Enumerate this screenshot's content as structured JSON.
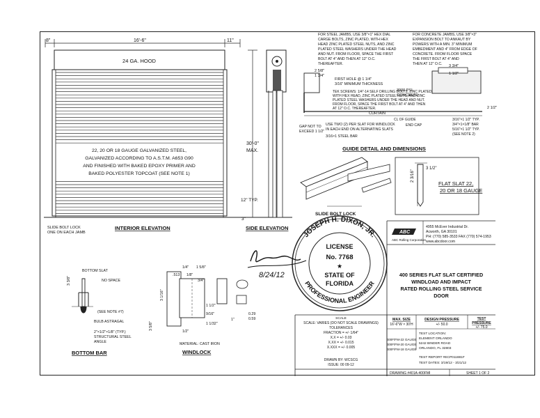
{
  "dimensions": {
    "top_left": "8\"",
    "top_width": "16'-6\"",
    "top_right": "11\"",
    "height": "30'-0\"",
    "height_max": "MAX.",
    "twelve_typ": "12\" TYP.",
    "three_in": "3\""
  },
  "elevation": {
    "hood_label": "24 GA. HOOD",
    "note_lines": [
      "22, 20 OR 18 GAUGE GALVANIZED STEEL,",
      "GALVANIZED ACCORDING TO A.S.T.M. A653 G90",
      "AND FINISHED WITH BAKED EPOXY PRIMER AND",
      "BAKED POLYESTER TOPCOAT (SEE NOTE 1)"
    ],
    "slide_bolt": [
      "SLIDE BOLT LOCK",
      "ONE ON EACH JAMB"
    ],
    "interior_title": "INTERIOR ELEVATION",
    "side_title": "SIDE ELEVATION"
  },
  "guide_detail": {
    "notes_left": [
      "FOR STEEL JAMBS, USE 3/8\"×1\" HEX DIAL",
      "CARGE BOLTS, ZINC PLATED, WITH HEX",
      "HEAD ZINC PLATED STEEL NUTS, AND ZINC",
      "PLATED STEEL WASHERS UNDER THE HEAD",
      "AND NUT. FROM FLOOR, SPACE THE FIRST",
      "BOLT AT 4\" AND THEN AT 12\" O.C.",
      "THEREAFTER."
    ],
    "notes_right": [
      "FOR CONCRETE JAMBS, USE 3/8\"×3\"",
      "EXPANSION BOLT TO ANKAUT BY",
      "POWERS WITH A MIN. 3\" MINIMUM",
      "EMBEDMENT AND 4\" FROM EDGE OF",
      "CONCRETE. FROM FLOOR SPACE",
      "THE FIRST BOLT AT 4\" AND",
      "THEN AT 12\" O.C."
    ],
    "label_min_psi": [
      "3000 PSI",
      "CONCRETE"
    ],
    "dim_3_3_4": "3 3/4\"",
    "dim_1_1_2": "1 1/2\"",
    "dim_2_5_8": "2 5/8\"",
    "dim_1_3_4": "1 3/4\"",
    "dim_2_1_2": "2 1/2\"",
    "first_hole": [
      "FIRST HOLE @ 1 1/4\"",
      "3/16\" MINIMUM THICKNESS"
    ],
    "tek_note": [
      "TEK SCREWS: 1/4\"-14 SELF DRILLING BOLTS, ZINC PLATED,",
      "WITH HEX HEAD, ZINC PLATED STEEL NUTS, AND ZINC",
      "PLATED STEEL WASHERS UNDER THE HEAD AND NUT.",
      "FROM FLOOR, SPACE THE FIRST BOLT AT 4\" AND THEN",
      "AT 12\" O.C. THEREAFTER."
    ],
    "curtain": "CURTAIN",
    "centerline": "CL OF GUIDE",
    "windlock_note": [
      "USE TWO (2) PER SLAT FOR WINDLOCK",
      "IN EACH END ON ALTERNATING SLATS"
    ],
    "gap_note": [
      "GAP NOT TO",
      "EXCEED 1 1/2\""
    ],
    "endcap": "END CAP",
    "steel_bar": "3/16×1 STEEL BAR",
    "screws": [
      "3/16\"×1 1/2\" TYP.",
      "3/4\"×1×1/8\" BAR",
      "5/16\"×1 1/2\" TYP.",
      "(SEE NOTE 2)"
    ],
    "title": "GUIDE DETAIL AND DIMENSIONS"
  },
  "flat_slat": {
    "width": "3 1/2\"",
    "height": "2 3/16\"",
    "label": [
      "FLAT SLAT 22,",
      "20 OR 18 GAUGE"
    ]
  },
  "slide_bolt_lock": "SLIDE BOLT LOCK",
  "stamp": {
    "name": "JOSEPH H. DIXON, JR.",
    "license": "LICENSE",
    "number": "No. 7768",
    "state": "STATE OF",
    "florida": "FLORIDA",
    "outer_bottom": "PROFESSIONAL ENGINEER",
    "date": "8/24/12"
  },
  "company": {
    "name": "ABC",
    "subtitle": "ABC Rolling Corporation",
    "address": [
      "4955 McEver Industrial Dr.",
      "Acworth, GA 30101",
      "PH: (770) 585-3533 FAX (770) 574-1953",
      "www.abcdoor.com"
    ]
  },
  "title_block": {
    "title_lines": [
      "400 SERIES FLAT SLAT CERTIFIED",
      "WINDLOAD AND IMPACT",
      "RATED ROLLING STEEL SERVICE",
      "DOOR"
    ],
    "scale_label": "SCALE",
    "scale_value": "SCALE: VARIES (DO NOT SCALE DRAWINGS)",
    "tolerances": "TOLERANCES",
    "tol_fraction": "FRACTION = +/- 1/64\"",
    "tol_x": "X.X = +/- 0.03",
    "tol_xxx": "X.XX = +/- 0.015",
    "tol_xxxx": "X.XXX = +/- 0.005",
    "drawn_by": "DRAWN BY: WCSCG",
    "issue": "ISSUE: 00 09-12",
    "col1_head": [
      "MAX. SIZE",
      "16'-6\"W × 30'H"
    ],
    "col2_head": [
      "DESIGN PRESSURE",
      "+/- 50.0"
    ],
    "col3_head": [
      "TEST",
      "PRESSURE",
      "+/- 75.0"
    ],
    "gauges": [
      "400F/FM-22 GAUGE",
      "400F/FM-20 GAUGE",
      "400F/FM-18 GAUGE"
    ],
    "test_location": [
      "TEST LOCATION:",
      "ELEMENT ORLANDO",
      "5242 BINDER ROAD",
      "ORLANDO, FL 32803"
    ],
    "test_report": "TEST REPORT #ECP011881F",
    "test_dates": "TEST DATES: 3/19/12 - 3/21/12",
    "drawing": "DRAWING #401A-400FMI",
    "sheet": "SHEET 1 OF 2"
  },
  "bottom_bar": {
    "labels": [
      "BOTTOM SLAT",
      "NO SPACE",
      "(SEE NOTE #7)",
      "BULB ASTRAGAL",
      "2\"×1/2\"×1/8\" (TYP.)",
      "STRUCTURAL STEEL",
      "ANGLE"
    ],
    "dim_3_3_8": "3 3/8\"",
    "title": "BOTTOM BAR"
  },
  "windlock": {
    "dims": [
      "1/4\"",
      "1 5/8\"",
      ".513",
      "1/8\"",
      "3/4\"",
      "3 1/16\"",
      "1 1/2\"",
      "3 5/8\"",
      "1 1/32\"",
      "1/2\"",
      "9/16\"",
      "0.29",
      "0.59",
      "1\""
    ],
    "material": "MATERIAL: CAST IRON",
    "title": "WINDLOCK"
  }
}
